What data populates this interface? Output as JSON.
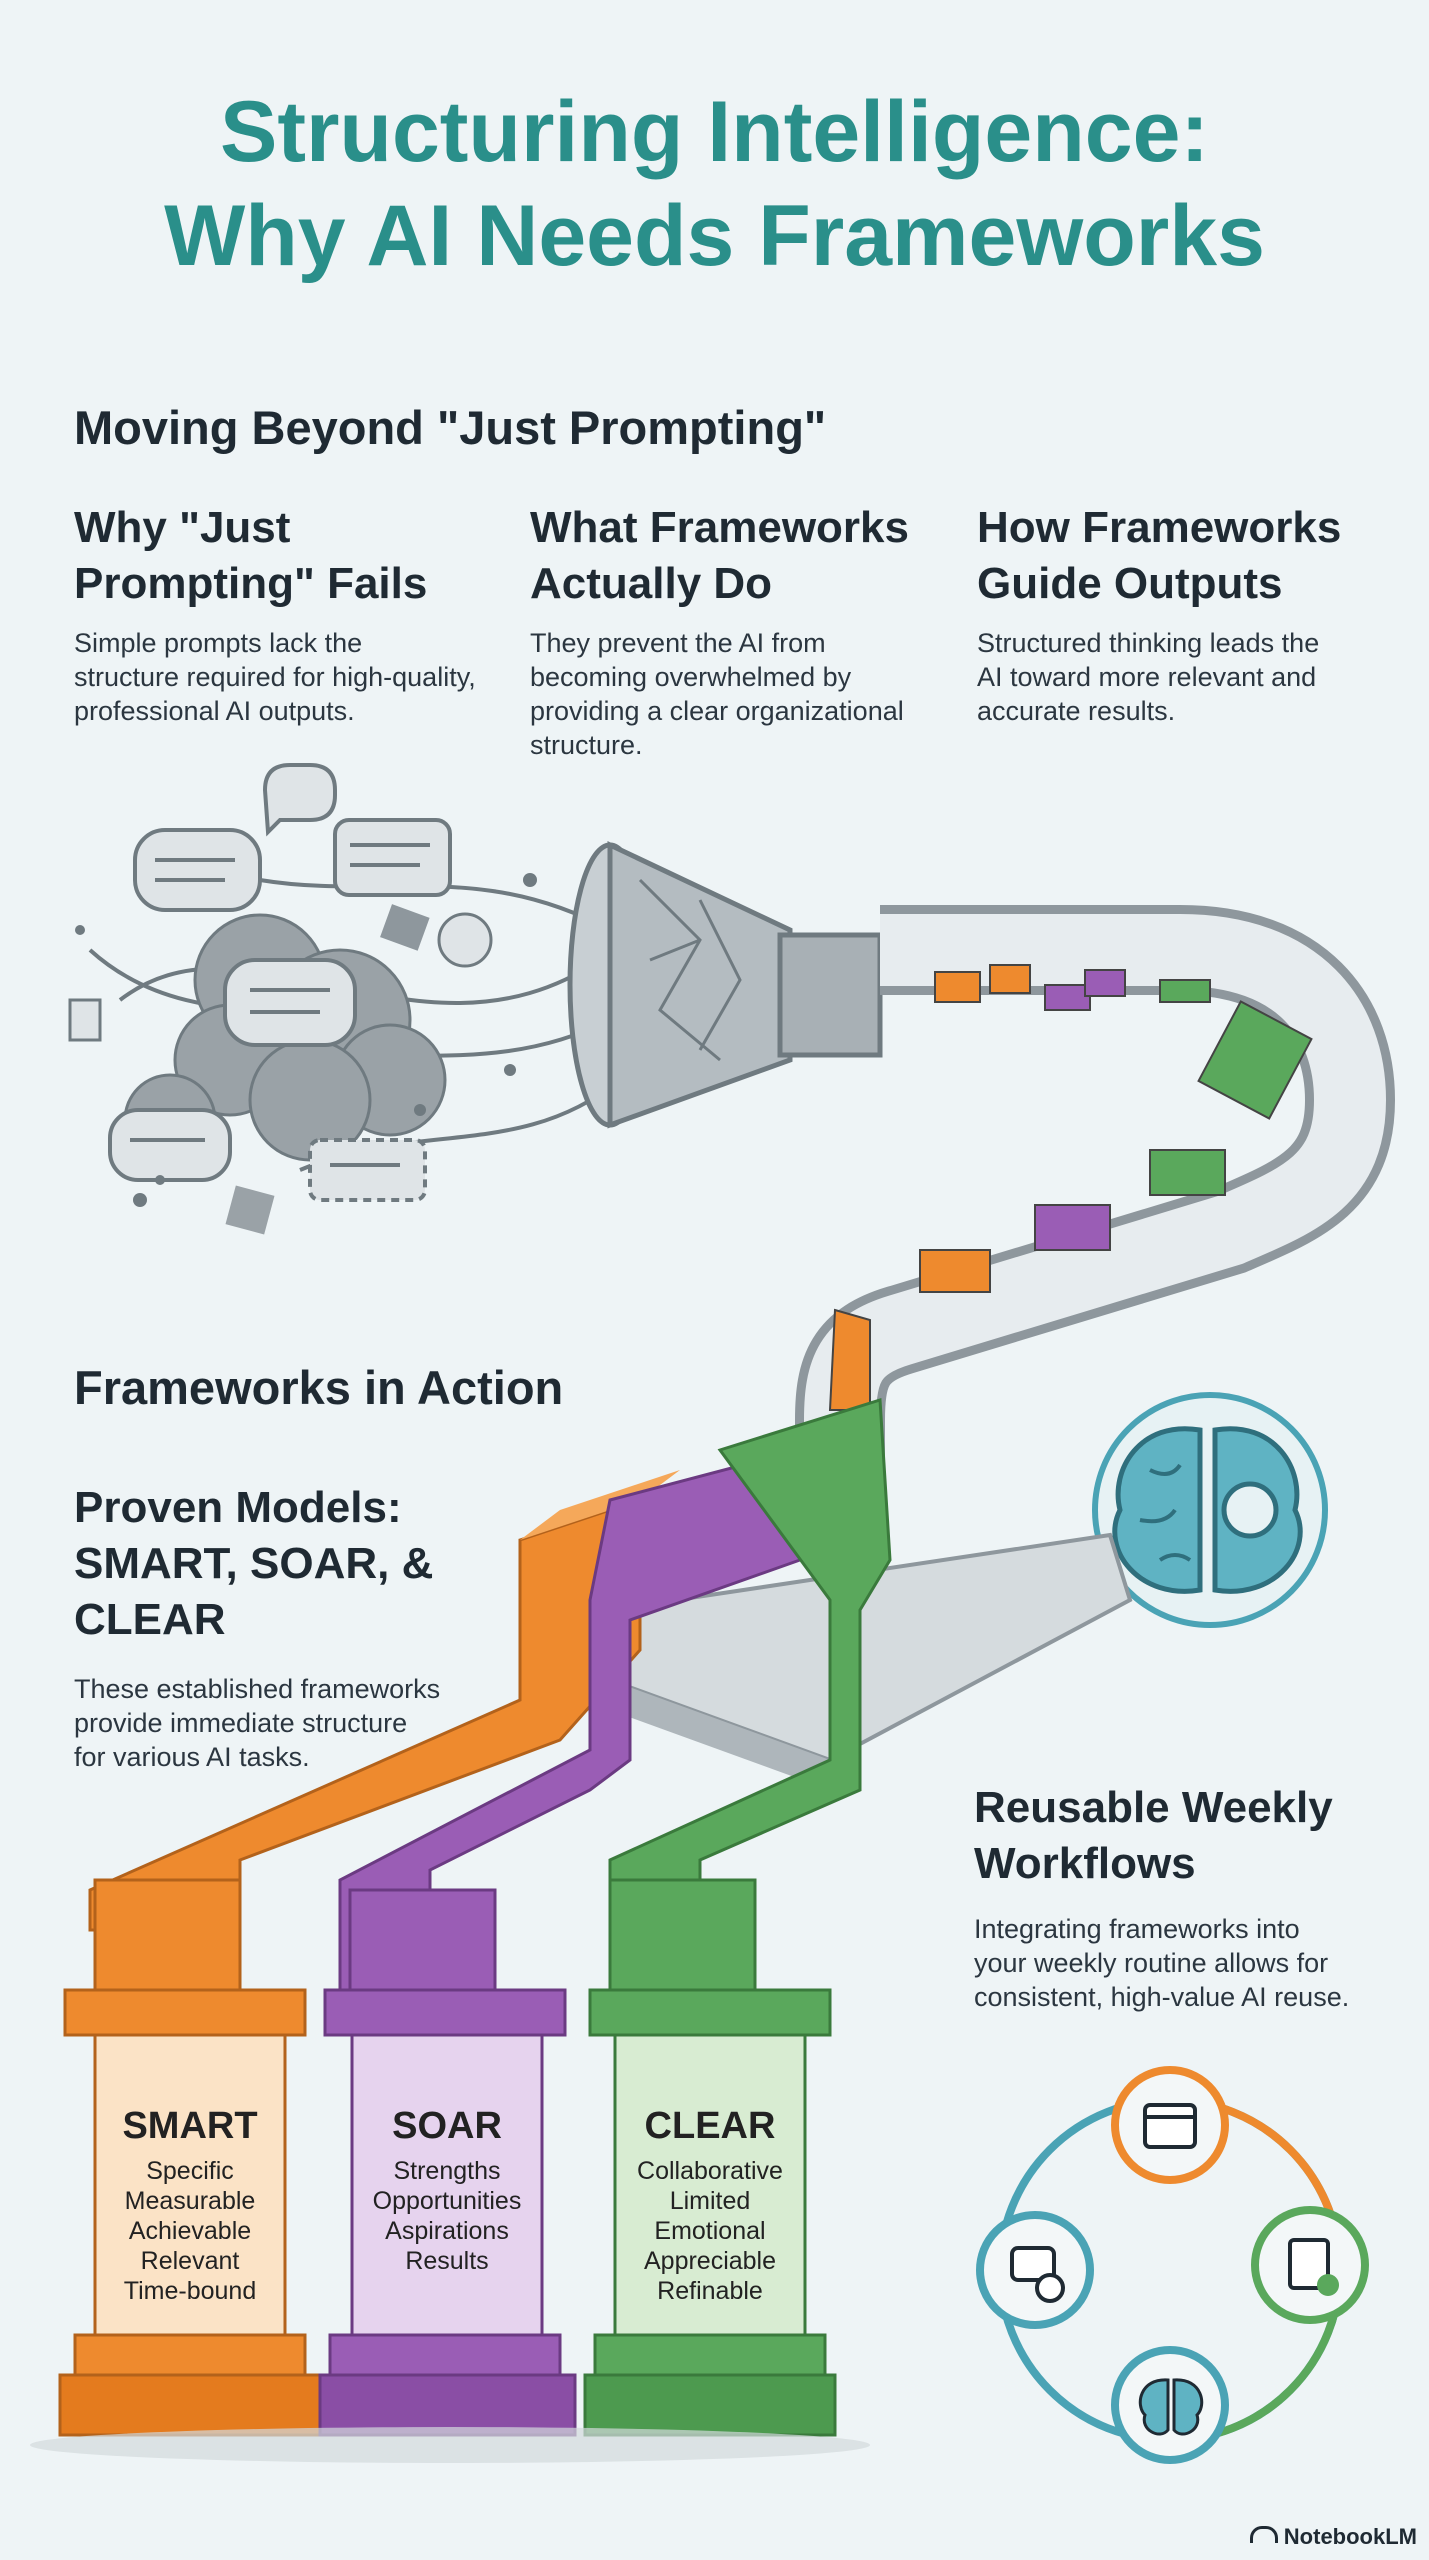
{
  "title": {
    "line1": "Structuring Intelligence:",
    "line2": "Why AI Needs Frameworks"
  },
  "section1": {
    "heading": "Moving Beyond \"Just Prompting\"",
    "columns": [
      {
        "heading_line1": "Why \"Just",
        "heading_line2": "Prompting\" Fails",
        "body": [
          "Simple prompts lack the",
          "structure required for high-quality,",
          "professional AI outputs."
        ]
      },
      {
        "heading_line1": "What Frameworks",
        "heading_line2": "Actually Do",
        "body": [
          "They prevent the AI from",
          "becoming overwhelmed by",
          "providing a clear organizational",
          "structure."
        ]
      },
      {
        "heading_line1": "How Frameworks",
        "heading_line2": "Guide Outputs",
        "body": [
          "Structured thinking leads the",
          "AI toward more relevant and",
          "accurate results."
        ]
      }
    ]
  },
  "section2": {
    "heading": "Frameworks in Action",
    "proven": {
      "heading_lines": [
        "Proven Models:",
        "SMART, SOAR, &",
        "CLEAR"
      ],
      "body": [
        "These established frameworks",
        "provide immediate structure",
        "for various AI tasks."
      ]
    },
    "reusable": {
      "heading_lines": [
        "Reusable Weekly",
        "Workflows"
      ],
      "body": [
        "Integrating frameworks into",
        "your weekly routine allows for",
        "consistent, high-value AI reuse."
      ]
    }
  },
  "pillars": [
    {
      "title": "SMART",
      "items": [
        "Specific",
        "Measurable",
        "Achievable",
        "Relevant",
        "Time-bound"
      ],
      "color": "#ee8a2e",
      "light": "#fbe3c6"
    },
    {
      "title": "SOAR",
      "items": [
        "Strengths",
        "Opportunities",
        "Aspirations",
        "Results"
      ],
      "color": "#9a5db5",
      "light": "#e6d3ee"
    },
    {
      "title": "CLEAR",
      "items": [
        "Collaborative",
        "Limited",
        "Emotional",
        "Appreciable",
        "Refinable"
      ],
      "color": "#5aa85c",
      "light": "#d8ecd2"
    }
  ],
  "colors": {
    "title": "#2a8f8a",
    "accent_teal": "#4aa3b5",
    "gray": "#8e979d"
  },
  "icons": [
    "speech-bubble-icon",
    "funnel-icon",
    "brain-gear-icon",
    "calendar-icon",
    "checklist-icon",
    "chat-clock-icon",
    "brain-icon"
  ],
  "brand": "NotebookLM"
}
